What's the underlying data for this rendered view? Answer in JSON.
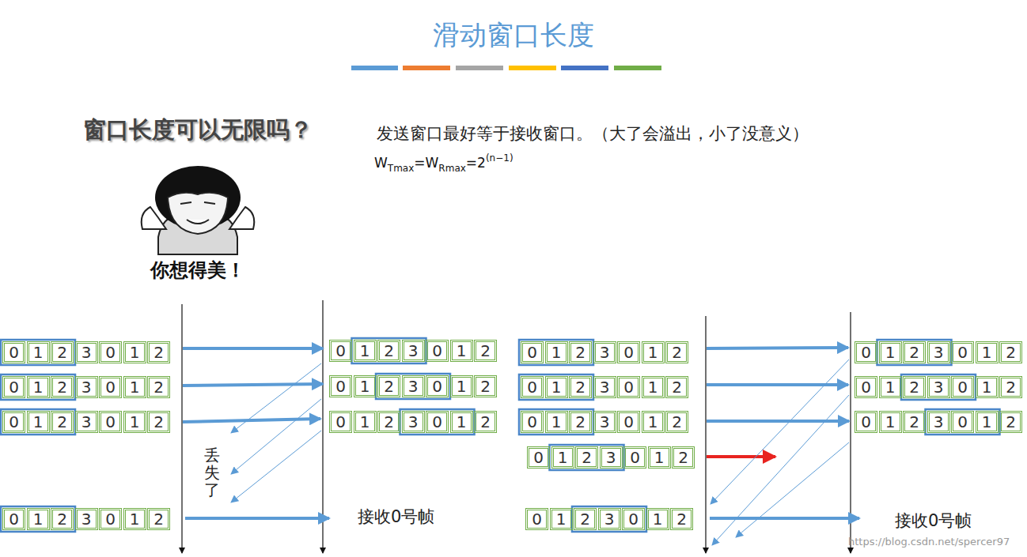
{
  "diagram": {
    "title": "滑动窗口长度",
    "labels": [
      "窗口长度可以无限吗？",
      "发送窗口最好等于接收窗口。（大了会溢出，小了没意义）",
      "W",
      "Tmax",
      "=W",
      "Rmax",
      "=2",
      "(n−1)",
      "你想得美！",
      "丢失了",
      "接收0号帧",
      "接收0号帧",
      "https://blog.csdn.net/spercer97",
      "0",
      "1",
      "2",
      "3",
      "0",
      "1",
      "2",
      "0",
      "1",
      "2",
      "3",
      "0",
      "1",
      "2",
      "0",
      "1",
      "2",
      "3",
      "0",
      "1",
      "2",
      "0",
      "1",
      "2",
      "3",
      "0",
      "1",
      "2",
      "0",
      "1",
      "2",
      "3",
      "0",
      "1",
      "2",
      "0",
      "1",
      "2",
      "3",
      "0",
      "1",
      "2",
      "0",
      "1",
      "2",
      "3",
      "0",
      "1",
      "2",
      "0",
      "1",
      "2",
      "3",
      "0",
      "1",
      "2",
      "0",
      "1",
      "2",
      "3",
      "0",
      "1",
      "2",
      "0",
      "1",
      "2",
      "3",
      "0",
      "1",
      "2",
      "0",
      "1",
      "2",
      "3",
      "0",
      "1",
      "2",
      "0",
      "1",
      "2",
      "3",
      "0",
      "1",
      "2",
      "0",
      "1",
      "2",
      "3",
      "0",
      "1",
      "2",
      "0",
      "1",
      "2",
      "3",
      "0",
      "1",
      "2",
      "0",
      "1",
      "2",
      "3",
      "0",
      "1",
      "2"
    ]
  }
}
